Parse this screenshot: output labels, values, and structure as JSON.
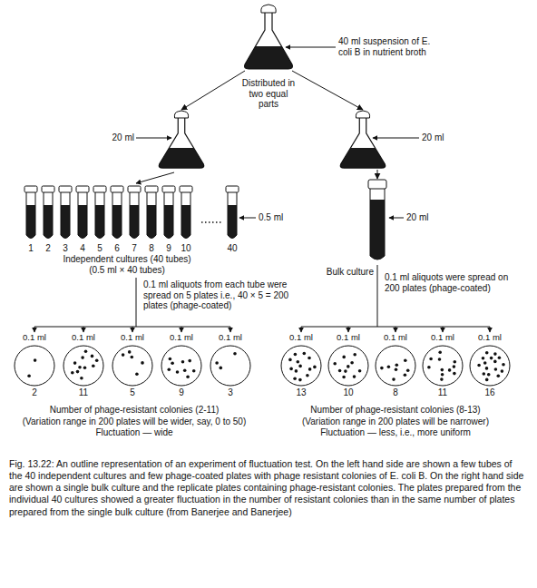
{
  "diagram": {
    "caption": "Fig. 13.22: An outline representation of an experiment of fluctuation test. On the left hand side are shown a few tubes of the 40 independent cultures and few phage-coated plates with phage resistant colonies of E. coli B. On the right hand side are shown a single bulk culture and the replicate plates containing phage-resistant colonies. The plates prepared from the individual 40 cultures showed a greater fluctuation in the number of resistant colonies than in the same number of plates prepared from the single bulk culture (from Banerjee and Banerjee)",
    "nodes": [
      {
        "text": [
          "40 ml suspension of E. coli B in nutrient broth"
        ]
      },
      {
        "text": [
          "20 ml"
        ]
      },
      {
        "text": [
          "20 ml"
        ]
      },
      {
        "text": [
          "20 ml"
        ]
      },
      {
        "text": [
          "0.1 ml",
          "2"
        ]
      },
      {
        "text": [
          "0.1 ml",
          "11"
        ]
      },
      {
        "text": [
          "0.1 ml",
          "5"
        ]
      },
      {
        "text": [
          "0.1 ml",
          "9"
        ]
      },
      {
        "text": [
          "0.1 ml",
          "3"
        ]
      },
      {
        "text": [
          "0.1 ml",
          "13"
        ]
      },
      {
        "text": [
          "0.1 ml",
          "10"
        ]
      },
      {
        "text": [
          "0.1 ml",
          "8"
        ]
      },
      {
        "text": [
          "0.1 ml",
          "11"
        ]
      },
      {
        "text": [
          "0.1 ml",
          "16"
        ]
      }
    ],
    "edges": [
      {
        "from": 0,
        "to": 1,
        "arrow": "to"
      },
      {
        "from": 0,
        "to": 2,
        "arrow": "to"
      },
      {
        "from": 2,
        "to": 3,
        "arrow": "to"
      }
    ],
    "labels": [
      "Distributed in two equal parts",
      "1",
      "2",
      "3",
      "4",
      "5",
      "6",
      "7",
      "8",
      "9",
      "10",
      "40",
      "0.5 ml",
      "Independent cultures (40 tubes)",
      "(0.5 ml × 40 tubes)",
      "Bulk culture",
      "0.1 ml aliquots from each tube were spread on 5 plates i.e., 40 × 5 = 200 plates (phage-coated)",
      "0.1 ml aliquots were spread on 200 plates (phage-coated)",
      "Number of phage-resistant colonies (2-11)",
      "(Variation range in 200 plates will be wider, say, 0 to 50)",
      "Fluctuation — wide",
      "Number of phage-resistant colonies (8-13)",
      "(Variation range in 200 plates will be narrower)",
      "Fluctuation — less, i.e., more uniform"
    ]
  }
}
